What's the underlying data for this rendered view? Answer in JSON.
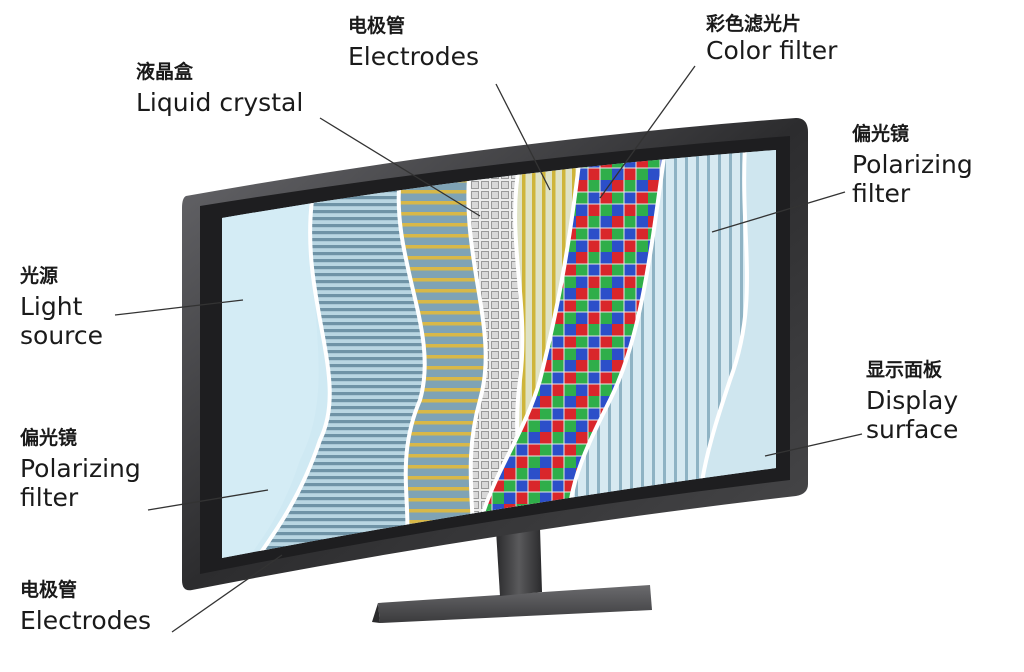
{
  "labels": {
    "liquid_crystal": {
      "zh": "液晶盒",
      "en": "Liquid crystal"
    },
    "electrodes_top": {
      "zh": "电极管",
      "en": "Electrodes"
    },
    "color_filter": {
      "zh": "彩色滤光片",
      "en": "Color filter"
    },
    "polarizing_filter_right": {
      "zh": "偏光镜",
      "en1": "Polarizing",
      "en2": "filter"
    },
    "light_source": {
      "zh": "光源",
      "en1": "Light",
      "en2": "source"
    },
    "polarizing_filter_left": {
      "zh": "偏光镜",
      "en1": "Polarizing",
      "en2": "filter"
    },
    "display_surface": {
      "zh": "显示面板",
      "en1": "Display",
      "en2": "surface"
    },
    "electrodes_bottom": {
      "zh": "电极管",
      "en": "Electrodes"
    }
  },
  "colors": {
    "bezel": "#3a3a3c",
    "light_panel": "#cfe9f3",
    "polarizer": "#8fb3c4",
    "electrode_stripe": "#d6b43c",
    "liquid_crystal": "#c9c9c9",
    "filter_red": "#d9262b",
    "filter_green": "#2fae4a",
    "filter_blue": "#2c4fc9"
  }
}
